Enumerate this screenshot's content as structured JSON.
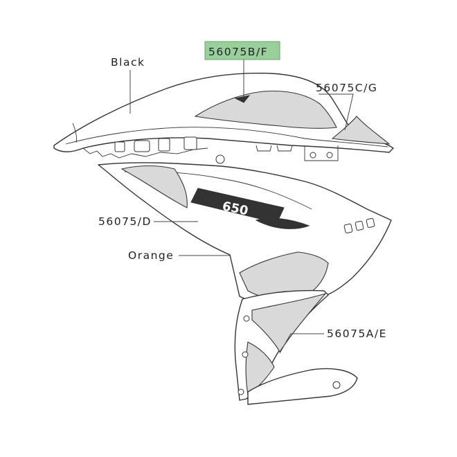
{
  "labels": {
    "color_black": "Black",
    "color_orange": "Orange",
    "part_b_f": "56075B/F",
    "part_c_g": "56075C/G",
    "part_d": "56075/D",
    "part_a_e": "56075A/E",
    "decal_logo": "650"
  },
  "colors": {
    "highlight": "#98cf9b",
    "line": "#333333"
  }
}
